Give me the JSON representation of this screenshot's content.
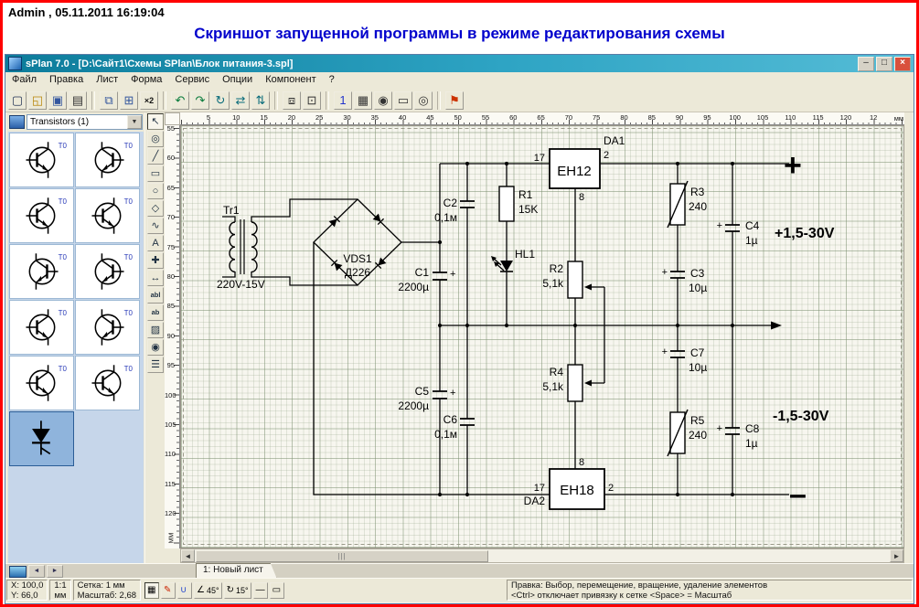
{
  "page": {
    "admin_line": "Admin ,  05.11.2011 16:19:04",
    "title": "Скриншот запущенной программы в режиме редактирования схемы"
  },
  "window": {
    "title": "sPlan 7.0 - [D:\\Сайт1\\Схемы SPlan\\Блок питания-3.spl]",
    "minimize": "–",
    "maximize": "□",
    "close": "×"
  },
  "menubar": {
    "items": [
      {
        "name": "file",
        "label": "Файл"
      },
      {
        "name": "edit",
        "label": "Правка"
      },
      {
        "name": "sheet",
        "label": "Лист"
      },
      {
        "name": "form",
        "label": "Форма"
      },
      {
        "name": "service",
        "label": "Сервис"
      },
      {
        "name": "options",
        "label": "Опции"
      },
      {
        "name": "component",
        "label": "Компонент"
      },
      {
        "name": "help",
        "label": "?"
      }
    ]
  },
  "toolbar": {
    "buttons": [
      {
        "name": "new-button",
        "glyph": "▢",
        "color": "#223355"
      },
      {
        "name": "open-button",
        "glyph": "◱",
        "color": "#b8860b"
      },
      {
        "name": "save-button",
        "glyph": "▣",
        "color": "#33569e"
      },
      {
        "name": "print-button",
        "glyph": "▤",
        "color": "#333333"
      },
      {
        "sep": true
      },
      {
        "name": "copy-button",
        "glyph": "⧉",
        "color": "#33569e"
      },
      {
        "name": "paste-button",
        "glyph": "⊞",
        "color": "#33569e"
      },
      {
        "name": "multiply-button",
        "glyph": "×2",
        "color": "#111111"
      },
      {
        "sep": true
      },
      {
        "name": "undo-button",
        "glyph": "↶",
        "color": "#067a3a"
      },
      {
        "name": "redo-button",
        "glyph": "↷",
        "color": "#067a3a"
      },
      {
        "name": "rotate-button",
        "glyph": "↻",
        "color": "#066a7a"
      },
      {
        "name": "mirror-horizontal-button",
        "glyph": "⇄",
        "color": "#066a7a"
      },
      {
        "name": "mirror-vertical-button",
        "glyph": "⇅",
        "color": "#066a7a"
      },
      {
        "sep": true
      },
      {
        "name": "group-button",
        "glyph": "⧈",
        "color": "#333333"
      },
      {
        "name": "ungroup-button",
        "glyph": "⊡",
        "color": "#333333"
      },
      {
        "sep": true
      },
      {
        "name": "sheet-number-button",
        "glyph": "1",
        "color": "#2233cc"
      },
      {
        "name": "grid-button",
        "glyph": "▦",
        "color": "#333333"
      },
      {
        "name": "search-button",
        "glyph": "◉",
        "color": "#333333"
      },
      {
        "name": "frame-button",
        "glyph": "▭",
        "color": "#333333"
      },
      {
        "name": "zoom-button",
        "glyph": "◎",
        "color": "#333333"
      },
      {
        "sep": true
      },
      {
        "name": "component-editor-button",
        "glyph": "⚑",
        "color": "#cc3300"
      }
    ]
  },
  "toolstrip": {
    "buttons": [
      {
        "name": "select-tool",
        "glyph": "↖",
        "active": true
      },
      {
        "name": "zoom-tool",
        "glyph": "◎"
      },
      {
        "name": "line-tool",
        "glyph": "╱"
      },
      {
        "name": "rectangle-tool",
        "glyph": "▭"
      },
      {
        "name": "ellipse-tool",
        "glyph": "○"
      },
      {
        "name": "polygon-tool",
        "glyph": "◇"
      },
      {
        "name": "bezier-tool",
        "glyph": "∿"
      },
      {
        "name": "text-tool",
        "glyph": "A"
      },
      {
        "name": "node-tool",
        "glyph": "✚"
      },
      {
        "name": "dimension-tool",
        "glyph": "↔"
      },
      {
        "name": "label-tool",
        "glyph": "abl"
      },
      {
        "name": "textblock-tool",
        "glyph": "ab"
      },
      {
        "name": "image-tool",
        "glyph": "▨"
      },
      {
        "name": "zoomglass-tool",
        "glyph": "◉"
      },
      {
        "name": "list-tool",
        "glyph": "☰"
      }
    ]
  },
  "library": {
    "selector": "Transistors (1)",
    "items": [
      {
        "label": "T0",
        "kind": "npn"
      },
      {
        "label": "T0",
        "kind": "npn-m"
      },
      {
        "label": "T0",
        "kind": "pnp"
      },
      {
        "label": "T0",
        "kind": "npn"
      },
      {
        "label": "T0",
        "kind": "npn-m"
      },
      {
        "label": "T0",
        "kind": "pnp-m"
      },
      {
        "label": "T0",
        "kind": "npn"
      },
      {
        "label": "T0",
        "kind": "npn-m"
      },
      {
        "label": "T0",
        "kind": "pnp"
      },
      {
        "label": "T0",
        "kind": "npn"
      },
      {
        "label": "",
        "kind": "triac",
        "selected": true
      }
    ],
    "nav": [
      {
        "name": "library-prev-button",
        "glyph": "◄"
      },
      {
        "name": "library-next-button",
        "glyph": "►"
      }
    ]
  },
  "rulers": {
    "top": {
      "labels": [
        "5",
        "10",
        "15",
        "20",
        "25",
        "30",
        "35",
        "40",
        "45",
        "50",
        "55",
        "60",
        "65",
        "70",
        "75",
        "80",
        "85",
        "90",
        "95",
        "100",
        "105",
        "110",
        "115",
        "120",
        "12"
      ],
      "unit": "мм"
    },
    "left": {
      "labels": [
        "55",
        "60",
        "65",
        "70",
        "75",
        "80",
        "85",
        "90",
        "95",
        "100",
        "105",
        "110",
        "115",
        "120"
      ],
      "unit": "ММ"
    }
  },
  "schematic": {
    "tr1": "Tr1",
    "tr1_value": "220V-15V",
    "vds1": "VDS1",
    "vds1_value": "Д226",
    "c1": "C1",
    "c1_value": "2200µ",
    "c2": "C2",
    "c2_value": "0,1м",
    "c3": "C3",
    "c3_value": "10µ",
    "c4": "C4",
    "c4_value": "1µ",
    "c5": "C5",
    "c5_value": "2200µ",
    "c6": "C6",
    "c6_value": "0,1м",
    "c7": "C7",
    "c7_value": "10µ",
    "c8": "C8",
    "c8_value": "1µ",
    "r1": "R1",
    "r1_value": "15K",
    "r2": "R2",
    "r2_value": "5,1k",
    "r3": "R3",
    "r3_value": "240",
    "r4": "R4",
    "r4_value": "5,1k",
    "r5": "R5",
    "r5_value": "240",
    "hl1": "HL1",
    "da1": "DA1",
    "da1_chip": "ЕН12",
    "da2": "DA2",
    "da2_chip": "ЕН18",
    "pin17": "17",
    "pin2": "2",
    "pin8": "8",
    "plus": "+",
    "v_plus": "+1,5-30V",
    "v_minus": "-1,5-30V",
    "out_plus": "+",
    "out_minus": "–"
  },
  "tabs": {
    "sheet": "1: Новый лист"
  },
  "statusbar": {
    "x": "X: 100,0",
    "y": "Y: 66,0",
    "ratio": "1:1",
    "unit": "мм",
    "grid_label": "Сетка: 1 мм",
    "scale_label": "Масштаб:  2,68",
    "buttons": [
      {
        "name": "grid-toggle-button",
        "glyph": "▦",
        "pressed": true
      },
      {
        "name": "pen-button",
        "glyph": "✎",
        "color": "#cc2200"
      },
      {
        "name": "magnet-button",
        "glyph": "∪",
        "color": "#2244cc"
      },
      {
        "name": "angle-45-button",
        "glyph": "∠",
        "label": "45°"
      },
      {
        "name": "rotate-15-button",
        "glyph": "↻",
        "label": "15°"
      },
      {
        "name": "line-width-button",
        "glyph": "—"
      },
      {
        "name": "fill-button",
        "glyph": "▭"
      }
    ],
    "help1": "Правка: Выбор, перемещение, вращение, удаление элементов",
    "help2": "<Ctrl> отключает привязку к сетке <Space> = Масштаб"
  }
}
